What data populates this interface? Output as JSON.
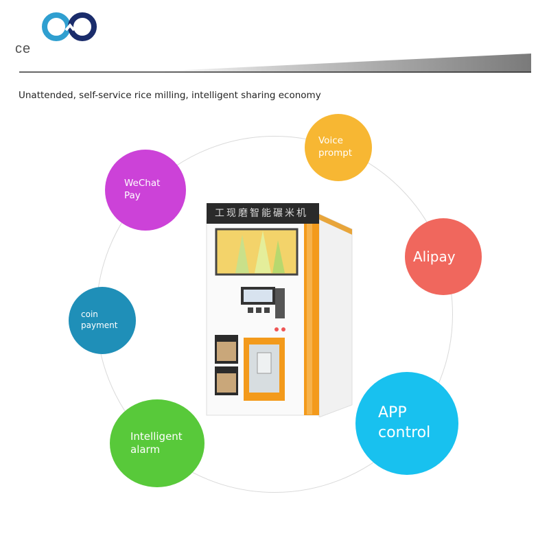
{
  "header": {
    "title": "ce",
    "subtitle": "Unattended, self-service rice milling, intelligent sharing economy"
  },
  "brand": {
    "logo_icon": "infinity-loop-icon",
    "logo_colors": [
      "#2f9fd0",
      "#1a2c6b"
    ]
  },
  "machine": {
    "sign_text": "工现磨智能碾米机"
  },
  "features": {
    "voice": {
      "line1": "Voice",
      "line2": "prompt",
      "color": "#f7b733"
    },
    "wechat": {
      "line1": "WeChat",
      "line2": "Pay",
      "color": "#cc42d8"
    },
    "alipay": {
      "line1": "Alipay",
      "color": "#f0675d"
    },
    "coin": {
      "line1": "coin",
      "line2": "payment",
      "color": "#1f8fb8"
    },
    "alarm": {
      "line1": "Intelligent",
      "line2": "alarm",
      "color": "#58c93a"
    },
    "app": {
      "line1": "APP",
      "line2": "control",
      "color": "#18c1ef"
    }
  }
}
